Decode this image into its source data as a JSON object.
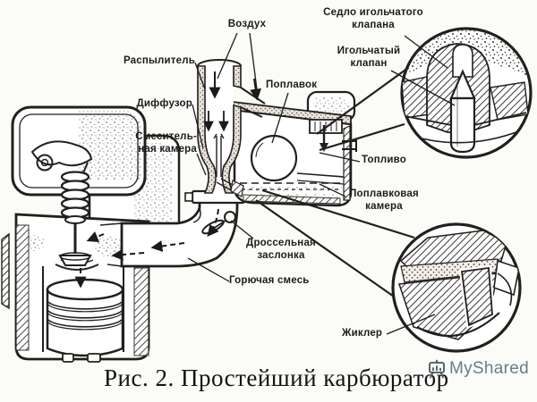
{
  "page": {
    "background": "#fbfbf8",
    "ink": "#1c1c1c"
  },
  "figure": {
    "caption": "Рис. 2. Простейший карбюратор"
  },
  "watermark": {
    "brand": "MyShared",
    "color": "#6b7d86",
    "icon": "presentation-board-icon",
    "icon_color": "#47565c"
  },
  "labels": {
    "air": "Воздух",
    "sprayer": "Распылитель",
    "diffuser": "Диффузор",
    "mixing_chamber": "Смеситель-\nная камера",
    "float": "Поплавок",
    "needle_valve_seat": "Седло игольчатого\nклапана",
    "needle_valve": "Игольчатый\nклапан",
    "fuel": "Топливо",
    "float_chamber": "Поплавковая\nкамера",
    "throttle": "Дроссельная\nзаслонка",
    "fuel_mixture": "Горючая смесь",
    "jet": "Жиклер"
  }
}
